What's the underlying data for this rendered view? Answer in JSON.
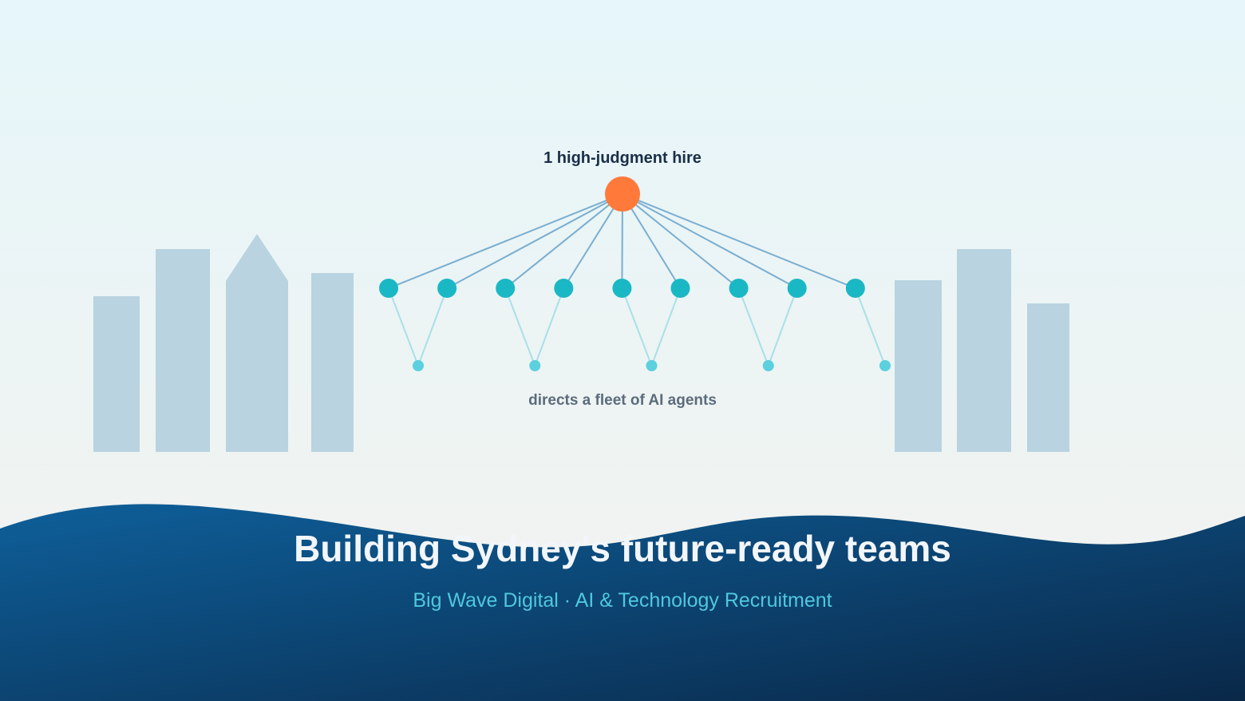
{
  "diagram": {
    "hire_label": "1 high-judgment hire",
    "fleet_label": "directs a fleet of AI agents",
    "agent_count": 9,
    "sub_agent_count": 5
  },
  "hero": {
    "title": "Building Sydney's future-ready teams",
    "subtitle": "Big Wave Digital · AI & Technology Recruitment"
  },
  "colors": {
    "sky_top": "#e6f6fa",
    "sky_bottom": "#f3f2ee",
    "building": "#b9d3e0",
    "hire_node": "#ff7a3a",
    "agent_node": "#1ab8c4",
    "sub_agent_node": "#5cd0de",
    "primary_link": "#7aaed0",
    "secondary_link": "#a9e0e8",
    "wave_start": "#0e5f9a",
    "wave_end": "#0a2848",
    "title": "#f2f6fa",
    "subtitle": "#4fc8dc",
    "hire_label": "#1a2e48",
    "fleet_label": "#5c6c7c"
  }
}
